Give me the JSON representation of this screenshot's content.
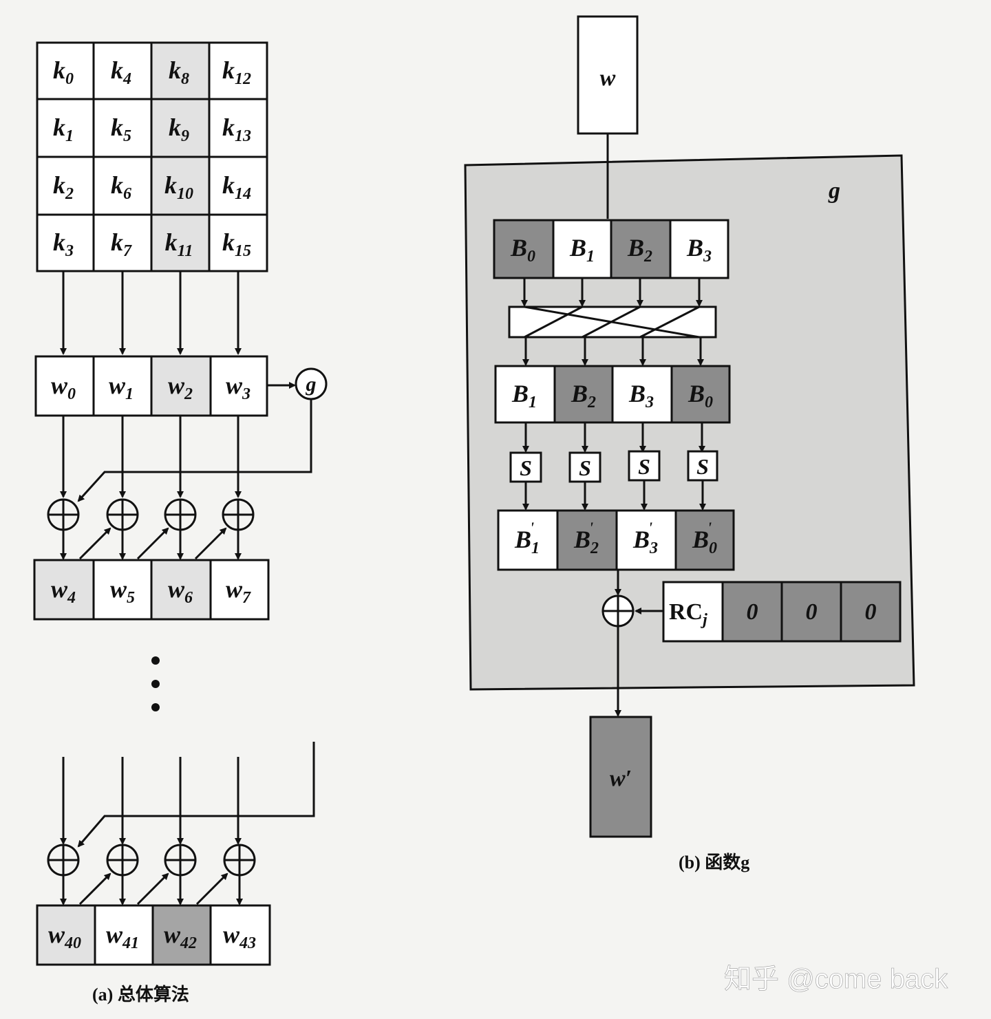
{
  "panel_a": {
    "key_grid": [
      [
        "k",
        "0"
      ],
      [
        "k",
        "4"
      ],
      [
        "k",
        "8"
      ],
      [
        "k",
        "12"
      ],
      [
        "k",
        "1"
      ],
      [
        "k",
        "5"
      ],
      [
        "k",
        "9"
      ],
      [
        "k",
        "13"
      ],
      [
        "k",
        "2"
      ],
      [
        "k",
        "6"
      ],
      [
        "k",
        "10"
      ],
      [
        "k",
        "14"
      ],
      [
        "k",
        "3"
      ],
      [
        "k",
        "7"
      ],
      [
        "k",
        "11"
      ],
      [
        "k",
        "15"
      ]
    ],
    "row_w0": [
      [
        "w",
        "0"
      ],
      [
        "w",
        "1"
      ],
      [
        "w",
        "2"
      ],
      [
        "w",
        "3"
      ]
    ],
    "row_w4": [
      [
        "w",
        "4"
      ],
      [
        "w",
        "5"
      ],
      [
        "w",
        "6"
      ],
      [
        "w",
        "7"
      ]
    ],
    "row_w40": [
      [
        "w",
        "40"
      ],
      [
        "w",
        "41"
      ],
      [
        "w",
        "42"
      ],
      [
        "w",
        "43"
      ]
    ],
    "g_node": "g",
    "caption": "(a) 总体算法"
  },
  "panel_b": {
    "input": "w",
    "box_label": "g",
    "row1": [
      [
        "B",
        "0"
      ],
      [
        "B",
        "1"
      ],
      [
        "B",
        "2"
      ],
      [
        "B",
        "3"
      ]
    ],
    "row2": [
      [
        "B",
        "1"
      ],
      [
        "B",
        "2"
      ],
      [
        "B",
        "3"
      ],
      [
        "B",
        "0"
      ]
    ],
    "sbox": "S",
    "row3": [
      [
        "B",
        "1"
      ],
      [
        "B",
        "2"
      ],
      [
        "B",
        "3"
      ],
      [
        "B",
        "0"
      ]
    ],
    "rc": [
      "RC",
      "j"
    ],
    "zeros": [
      "0",
      "0",
      "0"
    ],
    "output": "w′",
    "caption": "(b) 函数g"
  },
  "watermark": "知乎 @come back",
  "colors": {
    "white": "#ffffff",
    "light": "#e2e2e2",
    "mid": "#a5a5a5",
    "dark": "#8c8c8c",
    "panel": "#d6d6d4"
  }
}
